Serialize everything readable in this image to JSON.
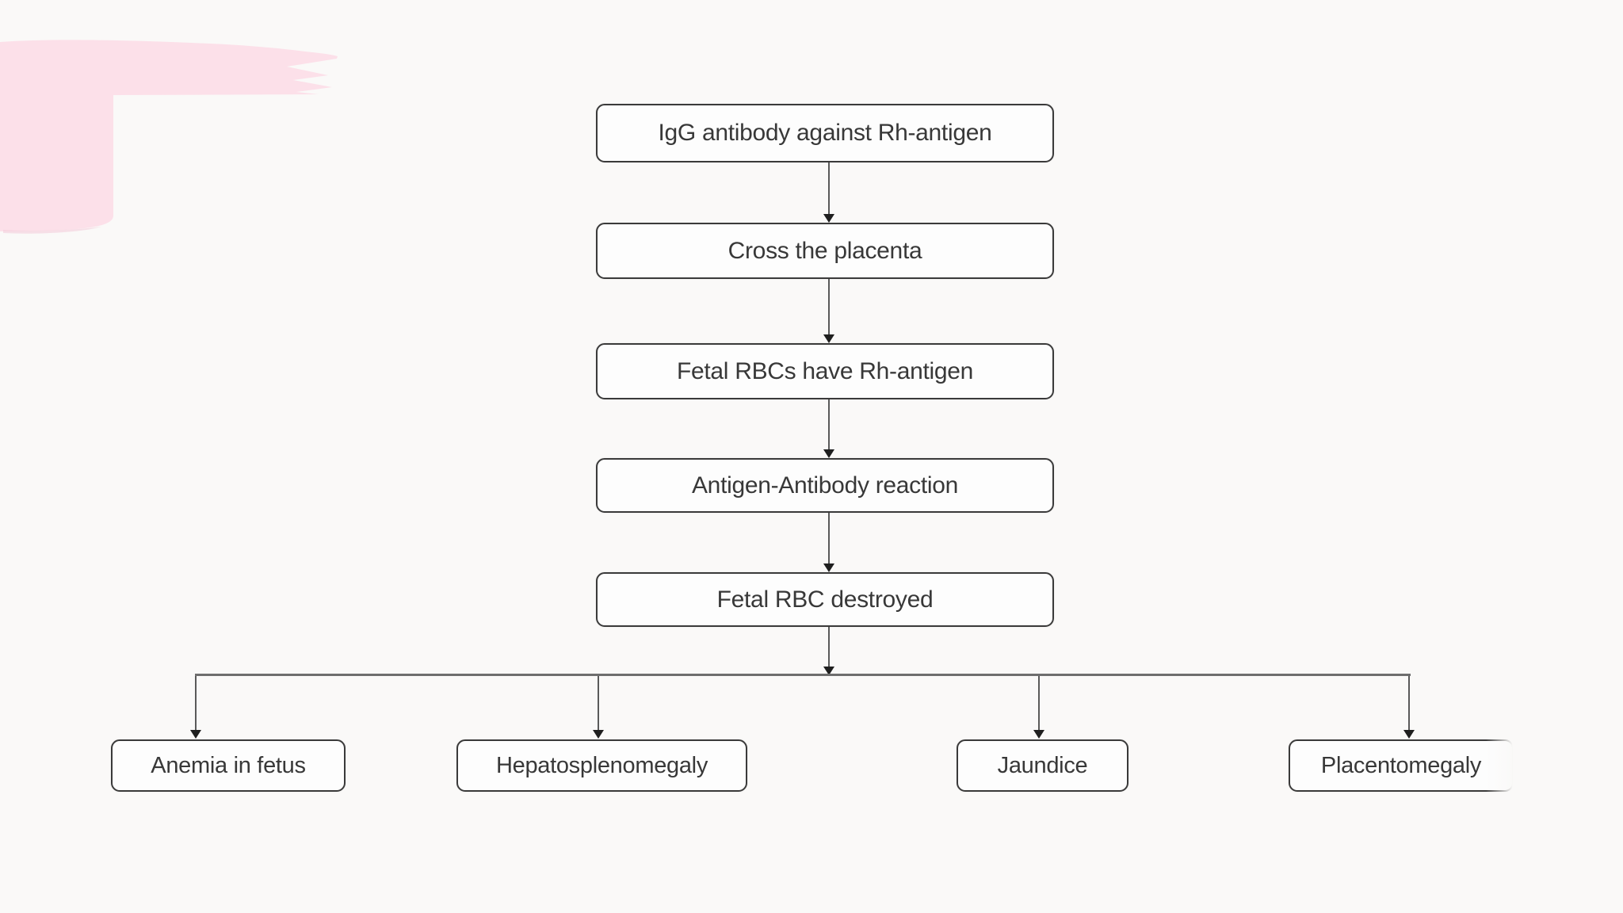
{
  "colors": {
    "background": "#faf9f8",
    "node_fill": "#fdfdfd",
    "node_border": "#3a3a3a",
    "node_text": "#383838",
    "connector": "#5a5a5a",
    "branch_line": "#6e6e6e",
    "arrowhead": "#1f1f1f",
    "accent_pink": "#fce0e9",
    "accent_pink_shadow": "#f3cbd8"
  },
  "flowchart": {
    "steps": [
      {
        "label": "IgG antibody against Rh-antigen"
      },
      {
        "label": "Cross the placenta"
      },
      {
        "label": "Fetal RBCs have Rh-antigen"
      },
      {
        "label": "Antigen-Antibody reaction"
      },
      {
        "label": "Fetal RBC destroyed"
      }
    ],
    "outcomes": [
      {
        "label": "Anemia in fetus"
      },
      {
        "label": "Hepatosplenomegaly"
      },
      {
        "label": "Jaundice"
      },
      {
        "label": "Placentomegaly"
      }
    ]
  }
}
